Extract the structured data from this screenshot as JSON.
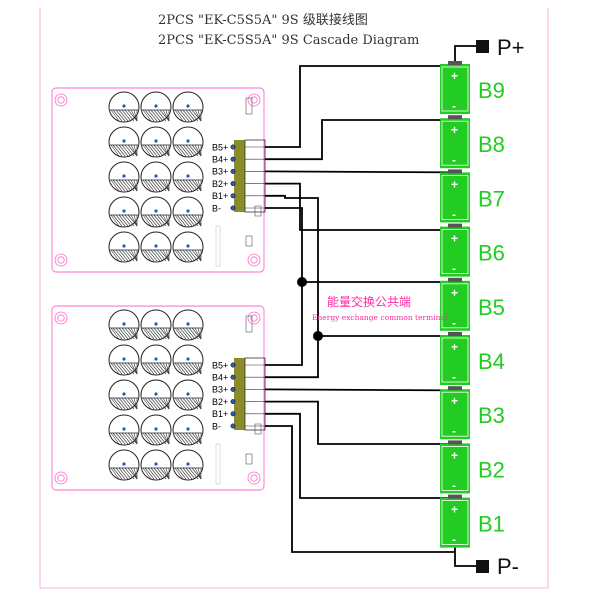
{
  "title": {
    "line1": "2PCS \"EK-C5S5A\"  9S 级联接线图",
    "line2": "2PCS \"EK-C5S5A\"  9S Cascade Diagram"
  },
  "annotation": {
    "cn": "能量交换公共端",
    "en": "Energy exchange common terminal"
  },
  "terminals": {
    "positive": "P+",
    "negative": "P-"
  },
  "batteries": [
    "B9",
    "B8",
    "B7",
    "B6",
    "B5",
    "B4",
    "B3",
    "B2",
    "B1"
  ],
  "battery_signs": {
    "plus": "+",
    "minus": "-"
  },
  "boards": [
    {
      "pins": [
        "B5+",
        "B4+",
        "B3+",
        "B2+",
        "B1+",
        "B-"
      ]
    },
    {
      "pins": [
        "B5+",
        "B4+",
        "B3+",
        "B2+",
        "B1+",
        "B-"
      ]
    }
  ],
  "colors": {
    "battery_green": "#22cc22",
    "board_outline": "#ff66cc",
    "annotation": "#ff2aa0",
    "connector": "#8b8b2a",
    "wire": "#000000"
  }
}
